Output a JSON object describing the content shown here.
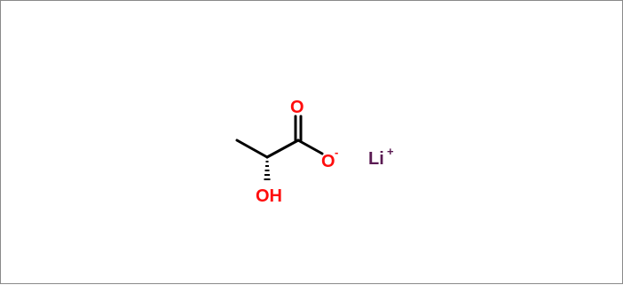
{
  "molecule": {
    "atoms": {
      "carbonyl_o": "O",
      "carboxylate_o": "O",
      "carboxylate_charge": "-",
      "hydroxyl": "OH",
      "lithium": "Li",
      "lithium_charge": "+"
    },
    "colors": {
      "bond": "#000000",
      "oxygen": "#ff0d0d",
      "lithium": "#5a1a52"
    }
  }
}
